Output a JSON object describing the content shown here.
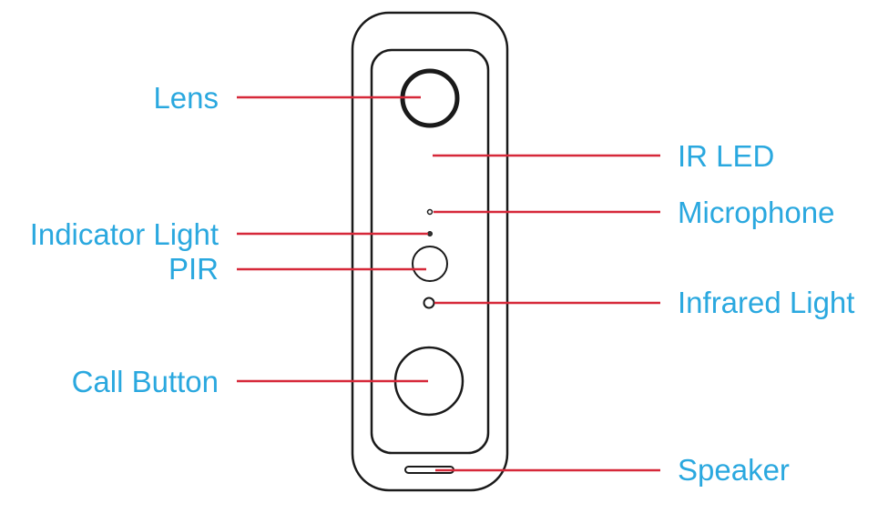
{
  "colors": {
    "label": "#2aa8df",
    "leader_line": "#d62839",
    "outline": "#1a1a1a"
  },
  "labels": {
    "lens": "Lens",
    "ir_led": "IR LED",
    "microphone": "Microphone",
    "indicator_light": "Indicator Light",
    "pir": "PIR",
    "infrared_light": "Infrared Light",
    "call_button": "Call Button",
    "speaker": "Speaker"
  }
}
